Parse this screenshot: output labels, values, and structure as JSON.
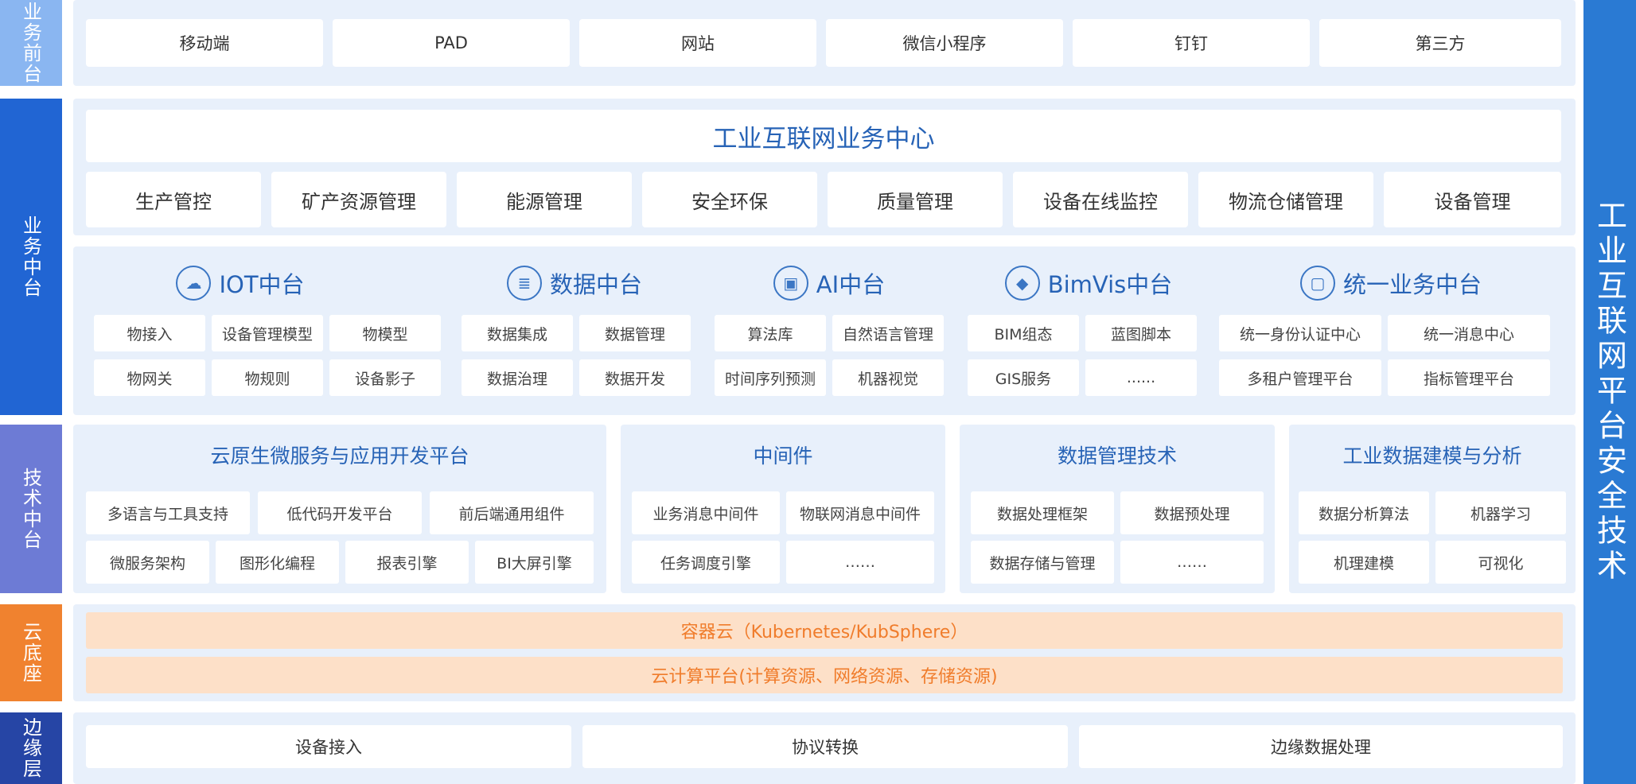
{
  "left_labels": {
    "front": "业务前台",
    "middle": "业务中台",
    "tech": "技术中台",
    "cloud": "云底座",
    "edge": "边缘层"
  },
  "colors": {
    "front": "#8ab6f1",
    "middle": "#2165d3",
    "tech": "#6d7bd5",
    "cloud": "#f0822f",
    "edge": "#2645a5",
    "right": "#2a7ad3",
    "title_blue": "#2763b6",
    "band": "#e8f0fb"
  },
  "front_items": [
    "移动端",
    "PAD",
    "网站",
    "微信小程序",
    "钉钉",
    "第三方"
  ],
  "biz_center_title": "工业互联网业务中心",
  "biz_items": [
    "生产管控",
    "矿产资源管理",
    "能源管理",
    "安全环保",
    "质量管理",
    "设备在线监控",
    "物流仓储管理",
    "设备管理"
  ],
  "platforms": [
    {
      "name": "IOT中台",
      "icon": "cloud-device-icon",
      "cells": [
        "物接入",
        "设备管理模型",
        "物模型",
        "物网关",
        "物规则",
        "设备影子"
      ]
    },
    {
      "name": "数据中台",
      "icon": "database-icon",
      "cells": [
        "数据集成",
        "数据管理",
        "数据治理",
        "数据开发"
      ]
    },
    {
      "name": "AI中台",
      "icon": "chip-icon",
      "cells": [
        "算法库",
        "自然语言管理",
        "时间序列预测",
        "机器视觉"
      ]
    },
    {
      "name": "BimVis中台",
      "icon": "cube-icon",
      "cells": [
        "BIM组态",
        "蓝图脚本",
        "GIS服务",
        "......"
      ]
    },
    {
      "name": "统一业务中台",
      "icon": "monitor-icon",
      "cells": [
        "统一身份认证中心",
        "统一消息中心",
        "多租户管理平台",
        "指标管理平台"
      ]
    }
  ],
  "tech_sections": [
    {
      "title": "云原生微服务与应用开发平台",
      "row1": [
        "多语言与工具支持",
        "低代码开发平台",
        "前后端通用组件"
      ],
      "row2": [
        "微服务架构",
        "图形化编程",
        "报表引擎",
        "BI大屏引擎"
      ]
    },
    {
      "title": "中间件",
      "row1": [
        "业务消息中间件",
        "物联网消息中间件"
      ],
      "row2": [
        "任务调度引擎",
        "……"
      ]
    },
    {
      "title": "数据管理技术",
      "row1": [
        "数据处理框架",
        "数据预处理"
      ],
      "row2": [
        "数据存储与管理",
        "……"
      ]
    },
    {
      "title": "工业数据建模与分析",
      "row1": [
        "数据分析算法",
        "机器学习"
      ],
      "row2": [
        "机理建模",
        "可视化"
      ]
    }
  ],
  "cloud_rows": [
    "容器云（Kubernetes/KubSphere）",
    "云计算平台(计算资源、网络资源、存储资源)"
  ],
  "edge_items": [
    "设备接入",
    "协议转换",
    "边缘数据处理"
  ],
  "right_bar": "工业互联网平台安全技术"
}
